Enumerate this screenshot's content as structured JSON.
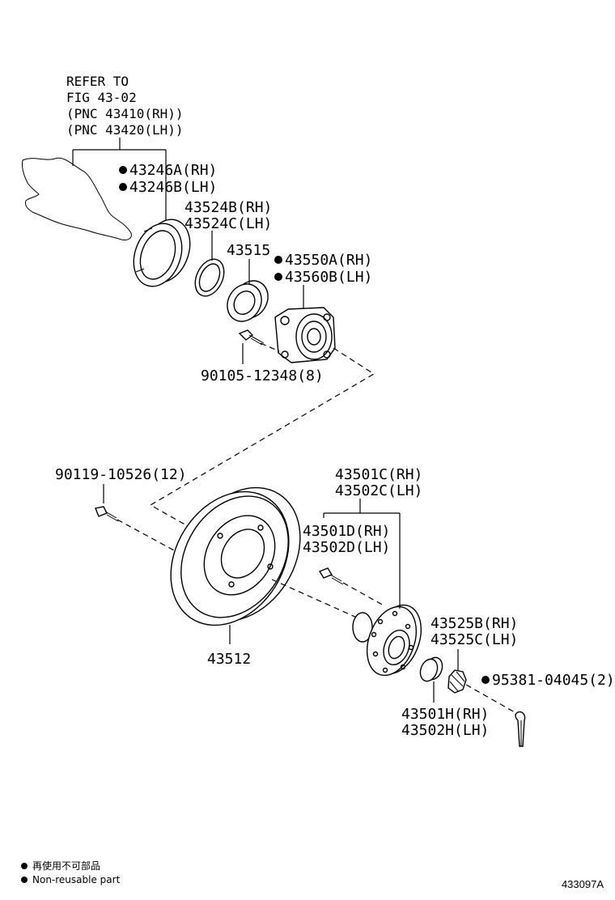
{
  "refer": {
    "line1": "REFER TO",
    "line2": "FIG 43-02",
    "line3": "(PNC 43410(RH))",
    "line4": "(PNC 43420(LH))"
  },
  "parts": {
    "p43246a": "43246A(RH)",
    "p43246b": "43246B(LH)",
    "p43524b": "43524B(RH)",
    "p43524c": "43524C(LH)",
    "p43515": "43515",
    "p43550a": "43550A(RH)",
    "p43560b": "43560B(LH)",
    "p90105": "90105-12348(8)",
    "p90119": "90119-10526(12)",
    "p43501c": "43501C(RH)",
    "p43502c": "43502C(LH)",
    "p43501d": "43501D(RH)",
    "p43502d": "43502D(LH)",
    "p43512": "43512",
    "p43525b": "43525B(RH)",
    "p43525c": "43525C(LH)",
    "p95381": "95381-04045(2)",
    "p43501h": "43501H(RH)",
    "p43502h": "43502H(LH)"
  },
  "legend": {
    "line_jp": "再使用不可部品",
    "line_en": "Non-reusable part"
  },
  "figure_code": "433097A"
}
